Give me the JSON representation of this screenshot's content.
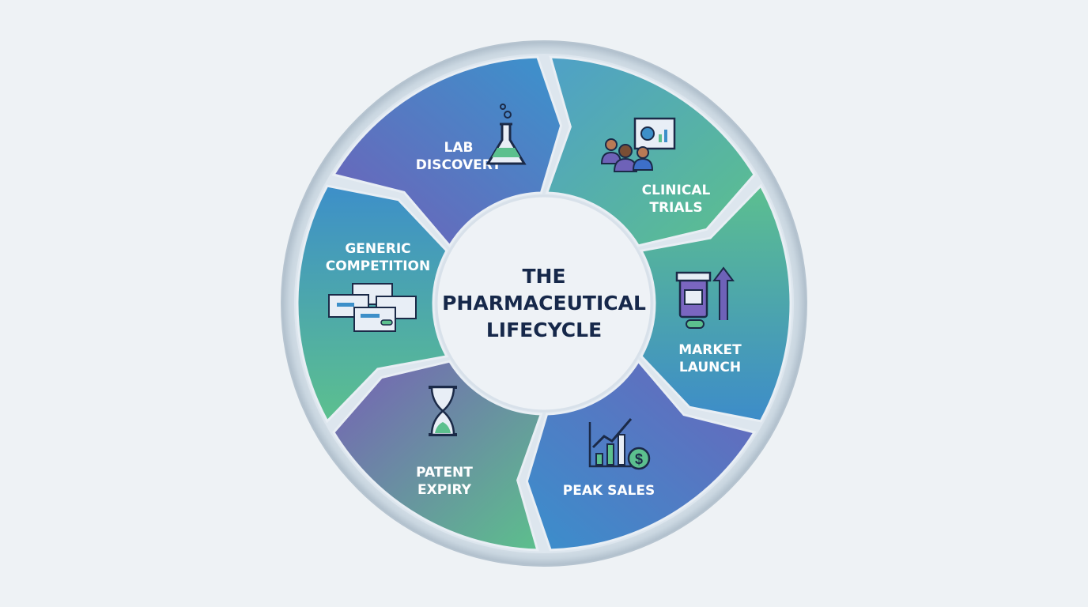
{
  "title": [
    "THE",
    "PHARMACEUTICAL",
    "LIFECYCLE"
  ],
  "stages": [
    {
      "id": "lab-discovery",
      "label": [
        "LAB",
        "DISCOVERY"
      ],
      "icon": "flask-icon"
    },
    {
      "id": "clinical-trials",
      "label": [
        "CLINICAL",
        "TRIALS"
      ],
      "icon": "people-presentation-icon"
    },
    {
      "id": "market-launch",
      "label": [
        "MARKET",
        "LAUNCH"
      ],
      "icon": "pill-bottle-arrow-icon"
    },
    {
      "id": "peak-sales",
      "label": [
        "PEAK SALES"
      ],
      "icon": "bar-chart-dollar-icon"
    },
    {
      "id": "patent-expiry",
      "label": [
        "PATENT",
        "EXPIRY"
      ],
      "icon": "hourglass-icon"
    },
    {
      "id": "generic-competition",
      "label": [
        "GENERIC",
        "COMPETITION"
      ],
      "icon": "medicine-boxes-icon"
    }
  ],
  "colors": {
    "purple": "#6e62b8",
    "blue": "#3d8fc9",
    "green": "#5cc08e",
    "title": "#16284a",
    "background": "#eef2f5"
  }
}
